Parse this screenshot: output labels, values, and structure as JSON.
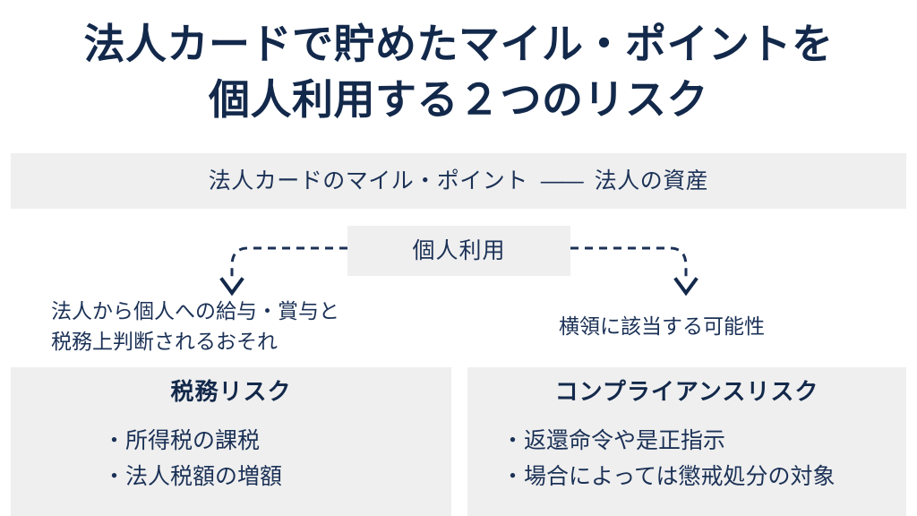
{
  "theme": {
    "background": "#ffffff",
    "panel_gray": "#efefef",
    "navy": "#13294b",
    "navy_text": "#1b3156"
  },
  "title": {
    "line1": "法人カードで貯めたマイル・ポイントを",
    "line2": "個人利用する２つのリスク"
  },
  "banner": {
    "left_text": "法人カードのマイル・ポイント",
    "dash": "——",
    "right_text": "法人の資産"
  },
  "chip": {
    "label": "個人利用"
  },
  "captions": {
    "left_line1": "法人から個人への給与・賞与と",
    "left_line2": "税務上判断されるおそれ",
    "right_line1": "横領に該当する可能性"
  },
  "cards": [
    {
      "title": "税務リスク",
      "items": [
        "・所得税の課税",
        "・法人税額の増額"
      ]
    },
    {
      "title": "コンプライアンスリスク",
      "items": [
        "・返還命令や是正指示",
        "・場合によっては懲戒処分の対象"
      ]
    }
  ]
}
